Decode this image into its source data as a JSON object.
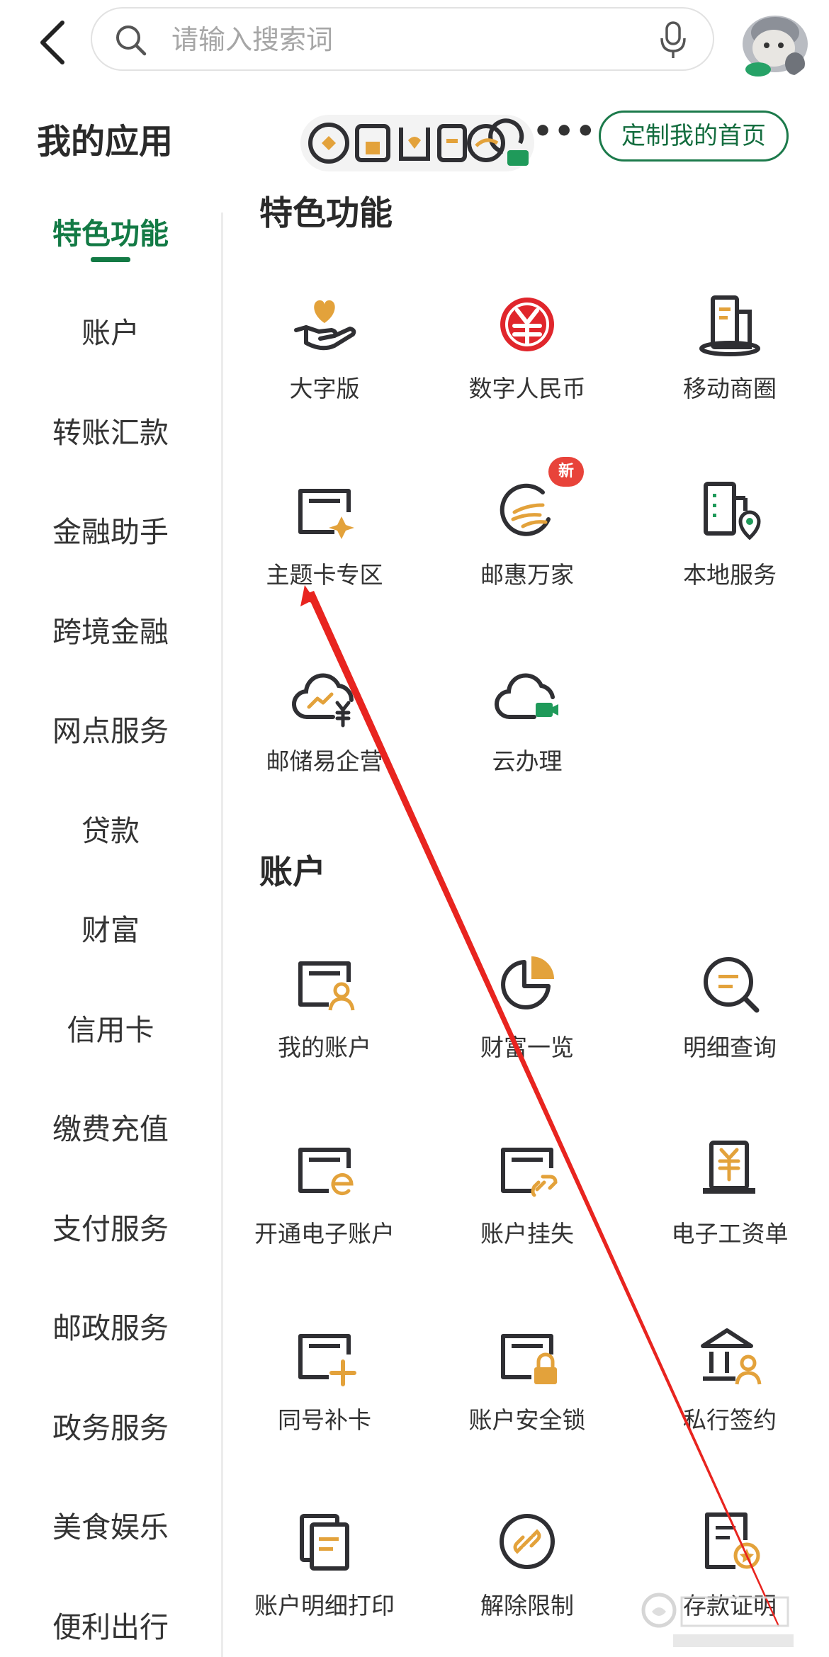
{
  "search": {
    "placeholder": "请输入搜索词"
  },
  "header": {
    "apps_title": "我的应用",
    "more": "•••",
    "customize_label": "定制我的首页"
  },
  "sidebar": {
    "items": [
      {
        "label": "特色功能",
        "active": true
      },
      {
        "label": "账户"
      },
      {
        "label": "转账汇款"
      },
      {
        "label": "金融助手"
      },
      {
        "label": "跨境金融"
      },
      {
        "label": "网点服务"
      },
      {
        "label": "贷款"
      },
      {
        "label": "财富"
      },
      {
        "label": "信用卡"
      },
      {
        "label": "缴费充值"
      },
      {
        "label": "支付服务"
      },
      {
        "label": "邮政服务"
      },
      {
        "label": "政务服务"
      },
      {
        "label": "美食娱乐"
      },
      {
        "label": "便利出行"
      }
    ]
  },
  "sections": {
    "featured": {
      "title": "特色功能",
      "tiles": [
        {
          "label": "大字版",
          "icon": "heart-hand-icon"
        },
        {
          "label": "数字人民币",
          "icon": "digital-rmb-icon"
        },
        {
          "label": "移动商圈",
          "icon": "business-district-icon"
        },
        {
          "label": "主题卡专区",
          "icon": "theme-card-icon"
        },
        {
          "label": "邮惠万家",
          "icon": "postal-benefit-icon",
          "badge": "新"
        },
        {
          "label": "本地服务",
          "icon": "local-service-icon"
        },
        {
          "label": "邮储易企营",
          "icon": "cloud-enterprise-icon"
        },
        {
          "label": "云办理",
          "icon": "cloud-service-icon"
        }
      ]
    },
    "account": {
      "title": "账户",
      "tiles": [
        {
          "label": "我的账户",
          "icon": "my-account-icon"
        },
        {
          "label": "财富一览",
          "icon": "wealth-pie-icon"
        },
        {
          "label": "明细查询",
          "icon": "detail-search-icon"
        },
        {
          "label": "开通电子账户",
          "icon": "e-account-icon"
        },
        {
          "label": "账户挂失",
          "icon": "report-loss-icon"
        },
        {
          "label": "电子工资单",
          "icon": "e-payslip-icon"
        },
        {
          "label": "同号补卡",
          "icon": "card-replace-icon"
        },
        {
          "label": "账户安全锁",
          "icon": "security-lock-icon"
        },
        {
          "label": "私行签约",
          "icon": "private-bank-icon"
        },
        {
          "label": "账户明细打印",
          "icon": "print-details-icon"
        },
        {
          "label": "解除限制",
          "icon": "unlock-limit-icon"
        },
        {
          "label": "存款证明",
          "icon": "deposit-cert-icon"
        }
      ]
    }
  },
  "colors": {
    "accent": "#137a45",
    "icon_dark": "#2f2f33",
    "icon_gold": "#e3a23b",
    "badge": "#e8433a",
    "rmb_red": "#e0262c"
  }
}
